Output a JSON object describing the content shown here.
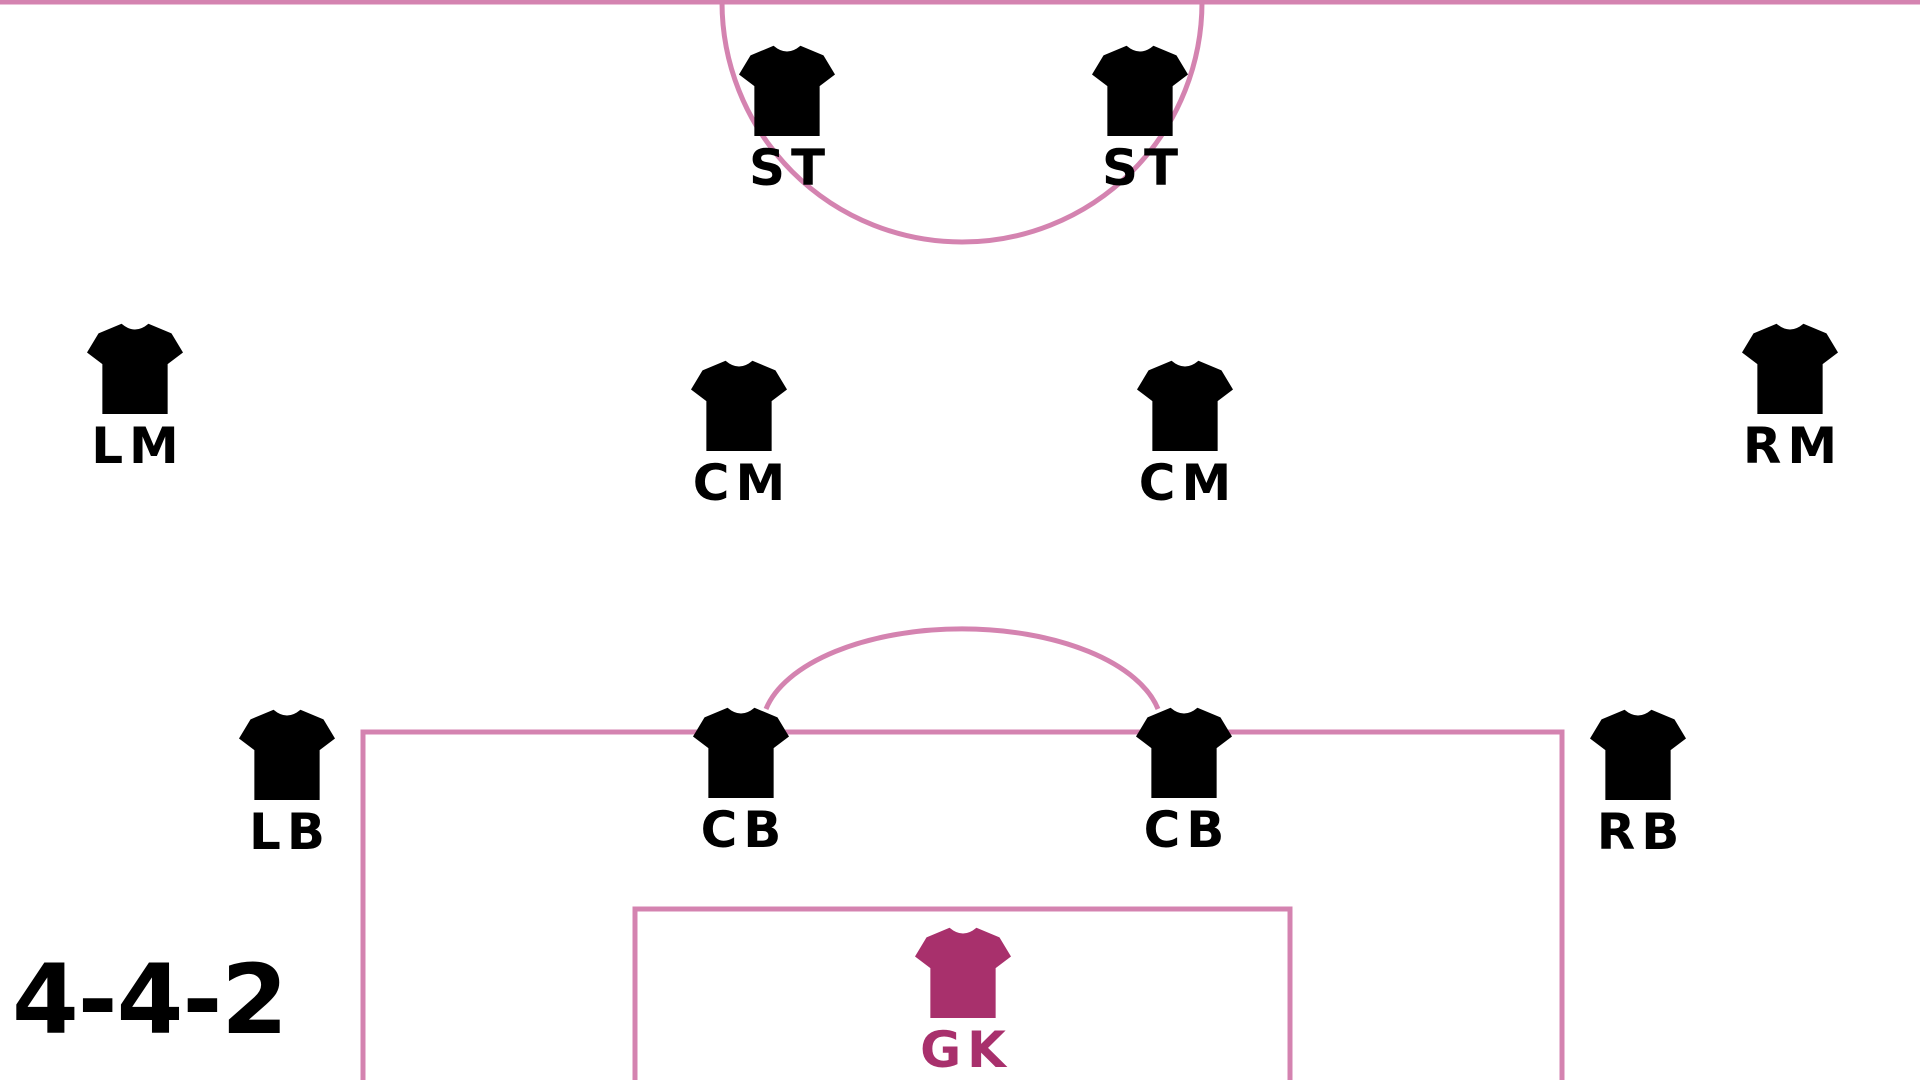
{
  "formation": "4-4-2",
  "colors": {
    "line": "#d483b0",
    "outfield_kit": "#000000",
    "goalkeeper_kit": "#a8306c",
    "text": "#000000"
  },
  "icons": {
    "outfield": "jersey-icon",
    "goalkeeper": "jersey-icon"
  },
  "players": [
    {
      "id": "st-left",
      "label": "ST",
      "role": "outfield"
    },
    {
      "id": "st-right",
      "label": "ST",
      "role": "outfield"
    },
    {
      "id": "lm",
      "label": "LM",
      "role": "outfield"
    },
    {
      "id": "cm-left",
      "label": "CM",
      "role": "outfield"
    },
    {
      "id": "cm-right",
      "label": "CM",
      "role": "outfield"
    },
    {
      "id": "rm",
      "label": "RM",
      "role": "outfield"
    },
    {
      "id": "lb",
      "label": "LB",
      "role": "outfield"
    },
    {
      "id": "cb-left",
      "label": "CB",
      "role": "outfield"
    },
    {
      "id": "cb-right",
      "label": "CB",
      "role": "outfield"
    },
    {
      "id": "rb",
      "label": "RB",
      "role": "outfield"
    },
    {
      "id": "gk",
      "label": "GK",
      "role": "goalkeeper"
    }
  ]
}
